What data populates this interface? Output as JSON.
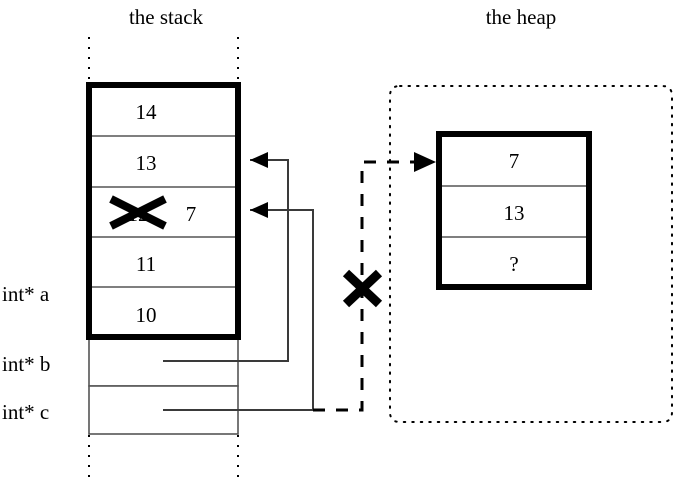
{
  "diagram": {
    "type": "memory-layout-diagram",
    "background_color": "#ffffff",
    "ink_color": "#000000"
  },
  "titles": {
    "stack": "the stack",
    "heap": "the heap"
  },
  "stack": {
    "label": "the stack",
    "frame_cells": [
      {
        "value": "14",
        "struck": false,
        "name": "stack-cell-14"
      },
      {
        "value": "13",
        "struck": false,
        "name": "stack-cell-13"
      },
      {
        "value": "12",
        "struck": true,
        "replacement": "7",
        "name": "stack-cell-12-struck"
      },
      {
        "value": "11",
        "struck": false,
        "name": "stack-cell-11"
      },
      {
        "value": "10",
        "struck": false,
        "name": "stack-cell-10"
      }
    ],
    "pointer_cells": [
      {
        "value": "",
        "name": "stack-cell-pointer-b"
      },
      {
        "value": "",
        "name": "stack-cell-pointer-c"
      }
    ],
    "variable_labels": [
      {
        "text": "int* a",
        "name": "var-label-a"
      },
      {
        "text": "int* b",
        "name": "var-label-b"
      },
      {
        "text": "int* c",
        "name": "var-label-c"
      }
    ]
  },
  "heap": {
    "label": "the heap",
    "cells": [
      {
        "value": "7",
        "name": "heap-cell-7"
      },
      {
        "value": "13",
        "name": "heap-cell-13"
      },
      {
        "value": "?",
        "name": "heap-cell-unknown"
      }
    ]
  },
  "annotations": {
    "strike_marks": [
      {
        "name": "strike-x-on-stack-value",
        "target": "stack-cell-12-struck"
      },
      {
        "name": "strike-x-on-heap-pointer",
        "target": "pointer-c-to-heap"
      }
    ],
    "pointers": [
      {
        "name": "pointer-b-to-stack-13",
        "from": "stack-cell-pointer-b",
        "to": "stack-cell-13",
        "style": "solid"
      },
      {
        "name": "pointer-c-to-stack-12",
        "from": "stack-cell-pointer-c",
        "to": "stack-cell-12-struck",
        "style": "solid"
      },
      {
        "name": "pointer-c-to-heap",
        "from": "stack-cell-pointer-c",
        "to": "heap-cell-7",
        "style": "dashed"
      }
    ]
  }
}
